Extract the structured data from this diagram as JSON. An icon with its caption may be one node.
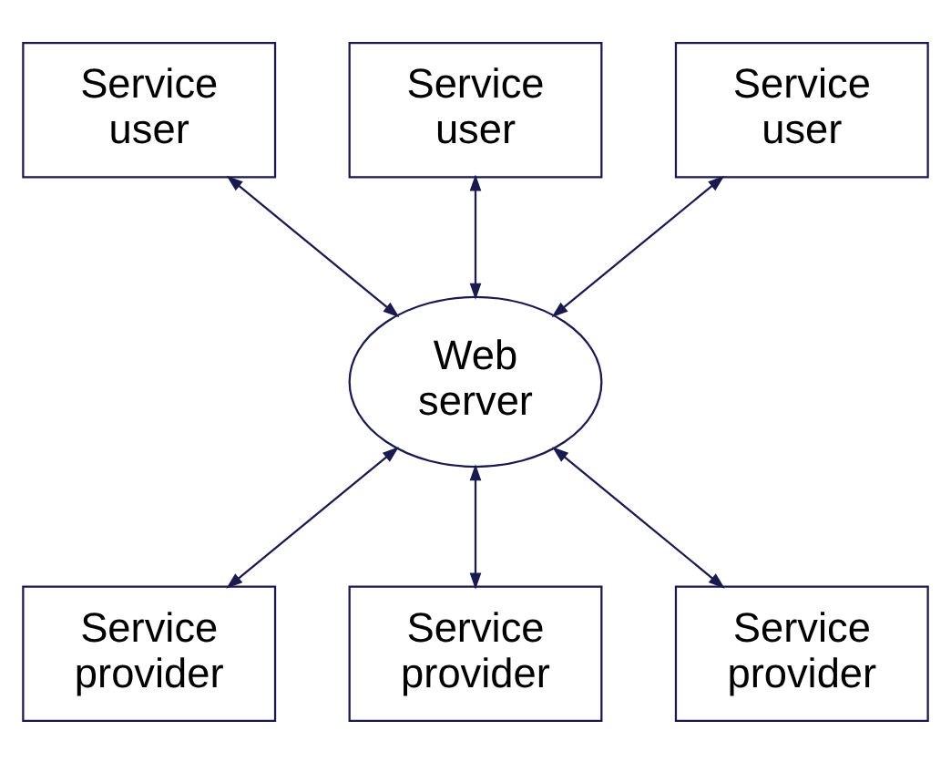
{
  "diagram": {
    "nodes": [
      {
        "text": [
          "Service user"
        ]
      },
      {
        "text": [
          "Service user"
        ]
      },
      {
        "text": [
          "Service user"
        ]
      },
      {
        "text": [
          "Web server"
        ]
      },
      {
        "text": [
          "Service provider"
        ]
      },
      {
        "text": [
          "Service provider"
        ]
      },
      {
        "text": [
          "Service provider"
        ]
      }
    ],
    "edges": [
      {
        "from": 0,
        "to": 3,
        "arrow": "both"
      },
      {
        "from": 1,
        "to": 3,
        "arrow": "both"
      },
      {
        "from": 2,
        "to": 3,
        "arrow": "both"
      },
      {
        "from": 3,
        "to": 4,
        "arrow": "both"
      },
      {
        "from": 3,
        "to": 5,
        "arrow": "both"
      },
      {
        "from": 3,
        "to": 6,
        "arrow": "both"
      }
    ]
  }
}
